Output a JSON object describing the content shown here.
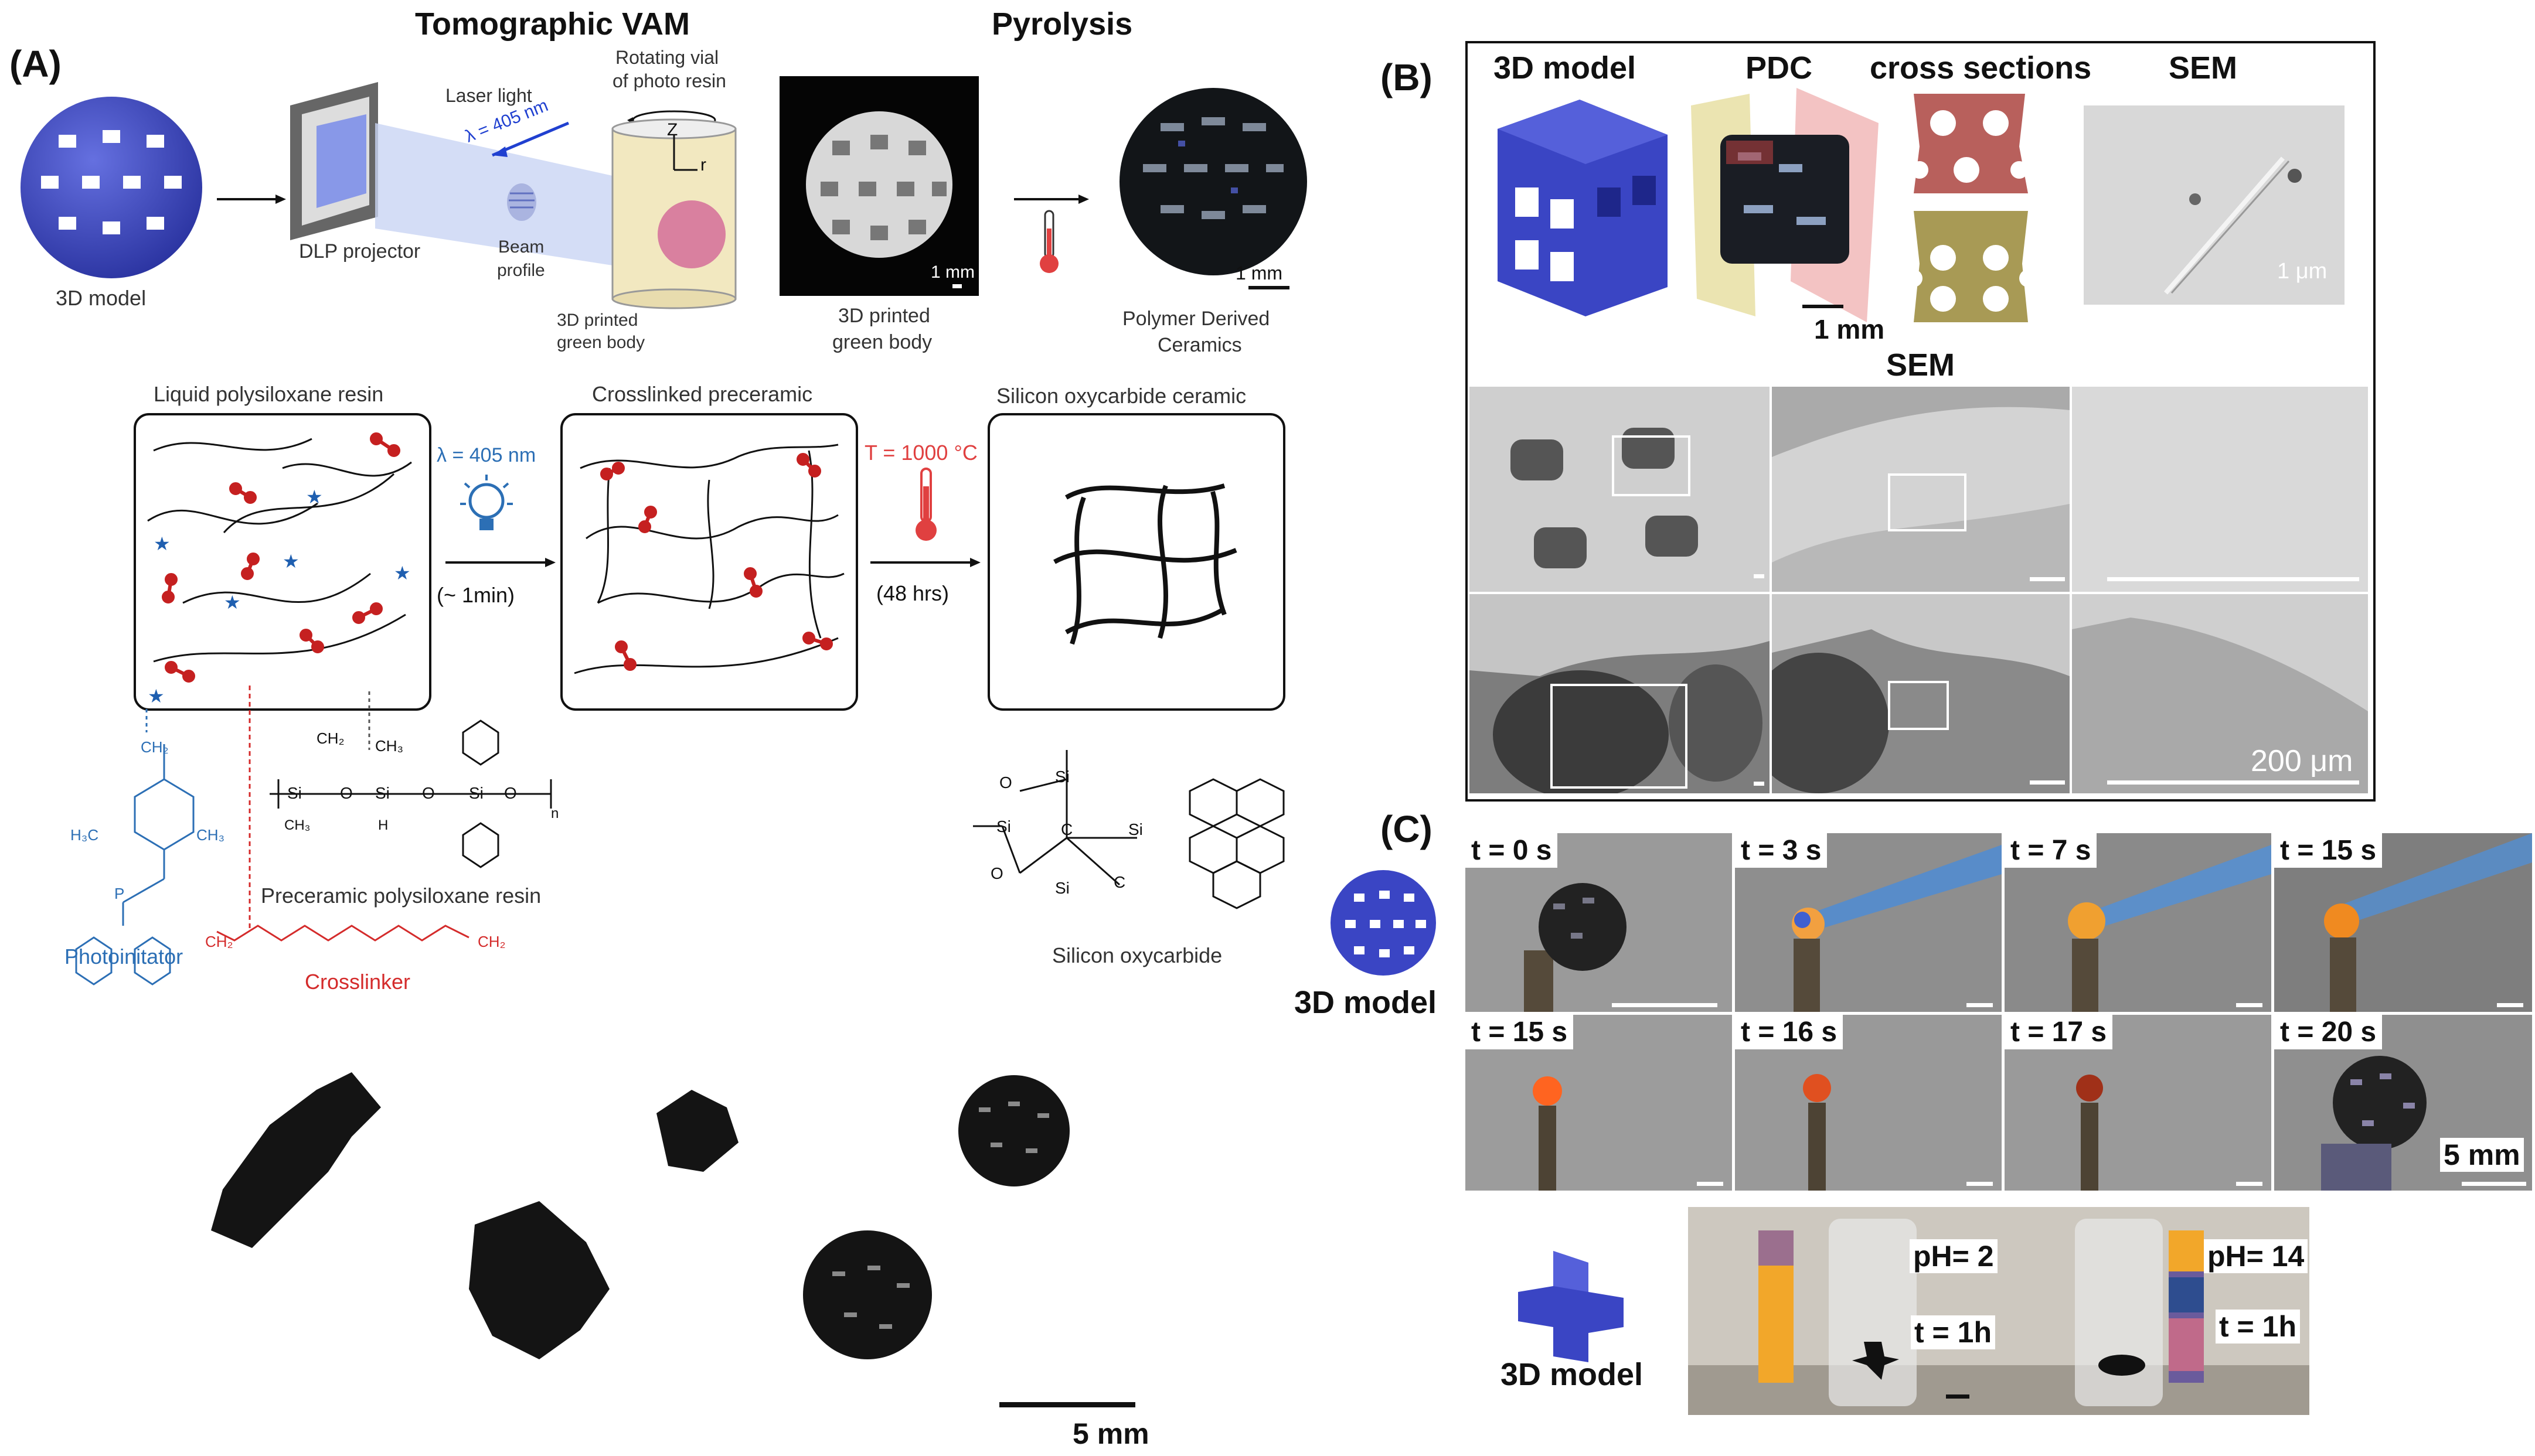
{
  "panel_a": {
    "letter": "(A)",
    "title_vam": "Tomographic VAM",
    "title_pyrolysis": "Pyrolysis",
    "label_3d_model": "3D model",
    "label_dlp": "DLP projector",
    "label_laser": "Laser light",
    "label_lambda": "λ = 405 nm",
    "label_beam_1": "Beam",
    "label_beam_2": "profile",
    "label_rotating_1": "Rotating vial",
    "label_rotating_2": "of photo resin",
    "axis_z": "Z",
    "axis_r": "r",
    "label_printed_1": "3D printed",
    "label_printed_2": "green body",
    "photo_scale_1": "1 mm",
    "label_green_1": "3D printed",
    "label_green_2": "green body",
    "photo_scale_2": "1 mm",
    "label_pdc_1": "Polymer Derived",
    "label_pdc_2": "Ceramics",
    "box1_title": "Liquid polysiloxane resin",
    "box2_title": "Crosslinked preceramic",
    "box3_title": "Silicon oxycarbide ceramic",
    "step1_cond": "λ = 405 nm",
    "step1_time": "(~ 1min)",
    "step2_cond": "T = 1000 °C",
    "step2_time": "(48 hrs)",
    "photoinitiator": "Photoinitator",
    "crosslinker": "Crosslinker",
    "resin_label": "Preceramic polysiloxane resin",
    "sioc_label": "Silicon oxycarbide",
    "bottom_scale": "5 mm",
    "chem_ch2": "CH₂",
    "chem_ch3": "CH₃",
    "chem_h": "H",
    "chem_si": "Si",
    "chem_o": "O",
    "chem_c": "C",
    "chem_n": "n",
    "chem_h3c": "H₃C",
    "chem_p": "P"
  },
  "panel_b": {
    "letter": "(B)",
    "col_3d": "3D model",
    "col_pdc": "PDC",
    "col_cross": "cross sections",
    "col_sem": "SEM",
    "pdc_scale": "1 mm",
    "sem_scale_top": "1 μm",
    "sem_mid_label": "SEM",
    "sem_scale_bottom": "200 μm"
  },
  "panel_c": {
    "letter": "(C)",
    "model_label_1": "3D model",
    "model_label_2": "3D model",
    "frames": [
      "t = 0 s",
      "t = 3 s",
      "t = 7 s",
      "t = 15 s",
      "t = 15 s",
      "t = 16 s",
      "t = 17 s",
      "t = 20 s"
    ],
    "frame_scale": "5 mm",
    "ph_low": "pH= 2",
    "ph_high": "pH= 14",
    "time_low": "t = 1h",
    "time_high": "t = 1h"
  },
  "colors": {
    "model_blue": "#3a45c4",
    "photoinitiator_blue": "#2c6fb5",
    "crosslinker_red": "#d42b2b",
    "temperature_red": "#e04040",
    "cross_section_red": "#b8605c",
    "cross_section_olive": "#a89a55"
  }
}
